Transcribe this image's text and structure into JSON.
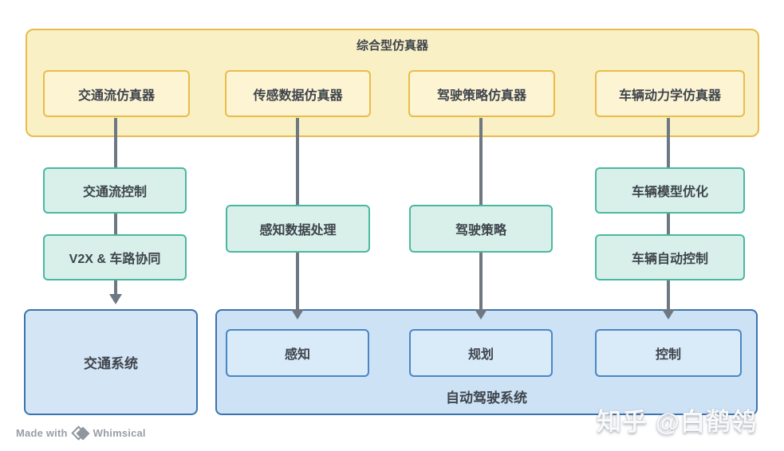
{
  "colors": {
    "gold_border": "#E9BC4A",
    "yellow_group_fill": "#FAF0C6",
    "yellow_box_fill": "#FCF4D3",
    "teal_border": "#4AB8A1",
    "teal_fill": "#D8F0E9",
    "blue_border": "#3C73AD",
    "blue_group_fill": "#CDE2F5",
    "blue_box_border": "#4C86C4",
    "blue_box_fill": "#D9EAF9",
    "arrow_gray": "#6D7882",
    "text": "#3E444C"
  },
  "simulator_group": {
    "title": "综合型仿真器",
    "boxes": [
      {
        "label": "交通流仿真器"
      },
      {
        "label": "传感数据仿真器"
      },
      {
        "label": "驾驶策略仿真器"
      },
      {
        "label": "车辆动力学仿真器"
      }
    ]
  },
  "processing_boxes": [
    {
      "label": "交通流控制"
    },
    {
      "label": "V2X & 车路协同"
    },
    {
      "label": "感知数据处理"
    },
    {
      "label": "驾驶策略"
    },
    {
      "label": "车辆模型优化"
    },
    {
      "label": "车辆自动控制"
    }
  ],
  "traffic_system": {
    "label": "交通系统"
  },
  "ad_system": {
    "title": "自动驾驶系统",
    "boxes": [
      {
        "label": "感知"
      },
      {
        "label": "规划"
      },
      {
        "label": "控制"
      }
    ]
  },
  "footer": {
    "made_with": "Made with",
    "brand": "Whimsical"
  },
  "watermark": {
    "credit": "知乎 @白鹡鸰"
  }
}
